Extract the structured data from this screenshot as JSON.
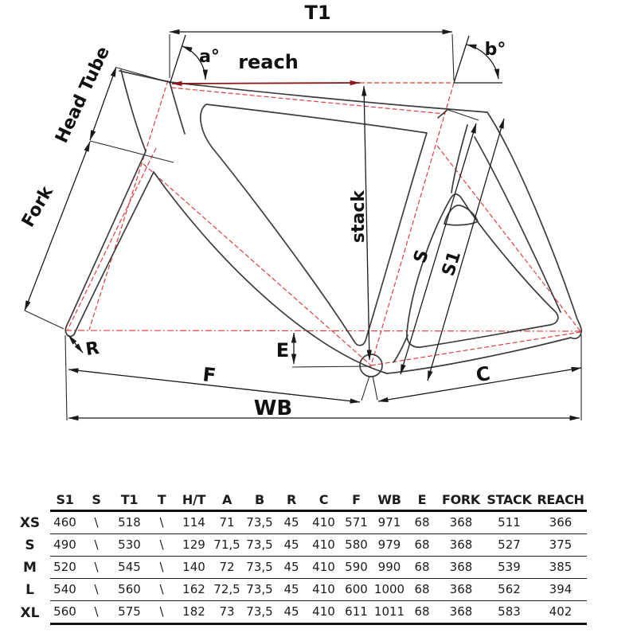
{
  "diagram": {
    "labels": {
      "t1": "T1",
      "angle_a": "a°",
      "reach": "reach",
      "angle_b": "b°",
      "head_tube": "Head Tube",
      "fork": "Fork",
      "stack": "stack",
      "s": "S",
      "s1": "S1",
      "r": "R",
      "e": "E",
      "f": "F",
      "c": "C",
      "wb": "WB"
    },
    "colors": {
      "frame": "#3d3d3d",
      "dimension": "#1a1a1a",
      "red": "#e04040",
      "dark_red": "#8b1a1a"
    }
  },
  "table": {
    "size_column_header": "",
    "headers": [
      "S1",
      "S",
      "T1",
      "T",
      "H/T",
      "A",
      "B",
      "R",
      "C",
      "F",
      "WB",
      "E",
      "FORK",
      "STACK",
      "REACH"
    ],
    "rows": [
      {
        "size": "XS",
        "values": [
          "460",
          "\\",
          "518",
          "\\",
          "114",
          "71",
          "73,5",
          "45",
          "410",
          "571",
          "971",
          "68",
          "368",
          "511",
          "366"
        ]
      },
      {
        "size": "S",
        "values": [
          "490",
          "\\",
          "530",
          "\\",
          "129",
          "71,5",
          "73,5",
          "45",
          "410",
          "580",
          "979",
          "68",
          "368",
          "527",
          "375"
        ]
      },
      {
        "size": "M",
        "values": [
          "520",
          "\\",
          "545",
          "\\",
          "140",
          "72",
          "73,5",
          "45",
          "410",
          "590",
          "990",
          "68",
          "368",
          "539",
          "385"
        ]
      },
      {
        "size": "L",
        "values": [
          "540",
          "\\",
          "560",
          "\\",
          "162",
          "72,5",
          "73,5",
          "45",
          "410",
          "600",
          "1000",
          "68",
          "368",
          "562",
          "394"
        ]
      },
      {
        "size": "XL",
        "values": [
          "560",
          "\\",
          "575",
          "\\",
          "182",
          "73",
          "73,5",
          "45",
          "410",
          "611",
          "1011",
          "68",
          "368",
          "583",
          "402"
        ]
      }
    ]
  }
}
